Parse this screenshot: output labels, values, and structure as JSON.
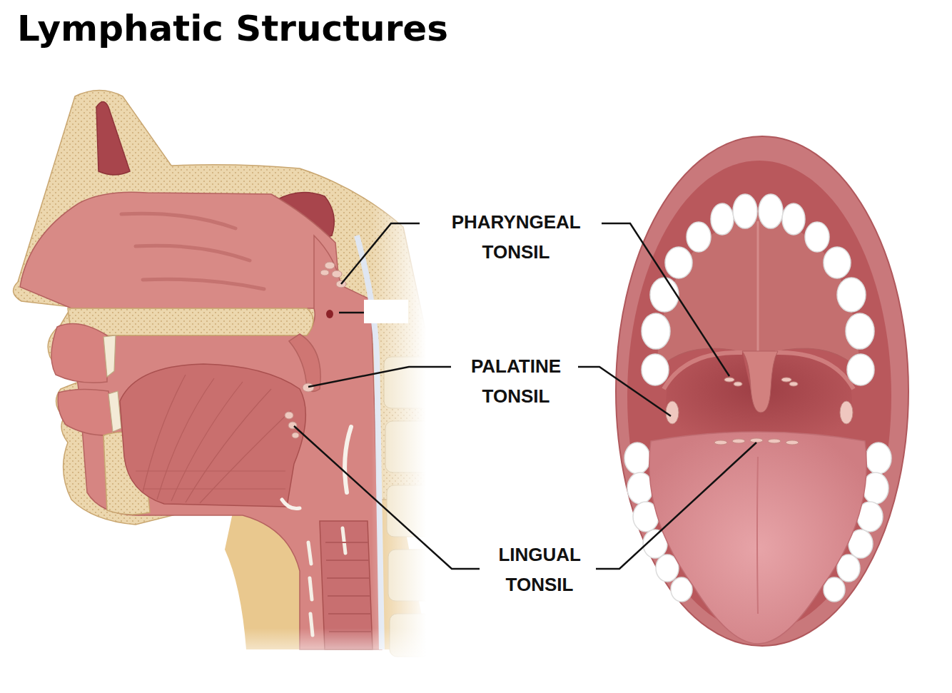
{
  "diagram": {
    "title": "Lymphatic Structures",
    "labels": [
      "PHARYNGEAL TONSIL",
      "PALATINE TONSIL",
      "LINGUAL TONSIL"
    ]
  }
}
